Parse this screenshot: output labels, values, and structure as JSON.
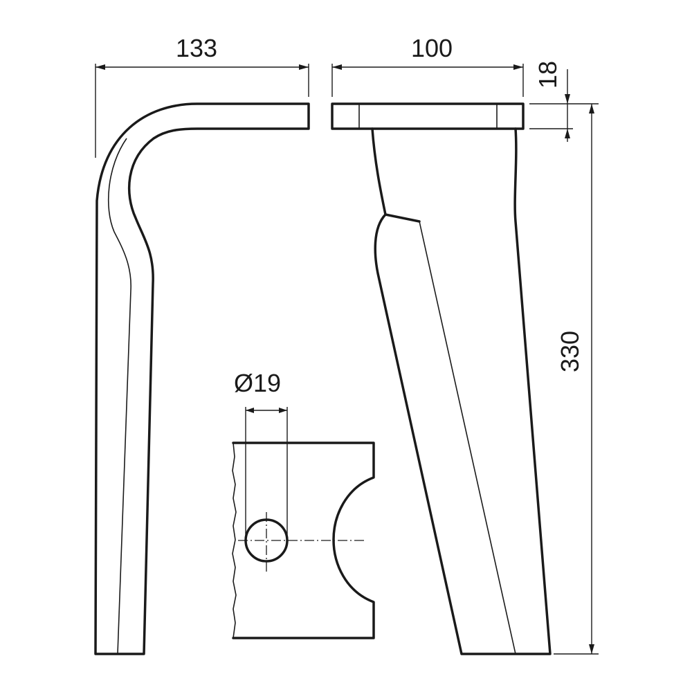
{
  "dimensions": {
    "width_side": "133",
    "width_front": "100",
    "thickness": "18",
    "height": "330",
    "hole_diameter": "Ø19"
  }
}
